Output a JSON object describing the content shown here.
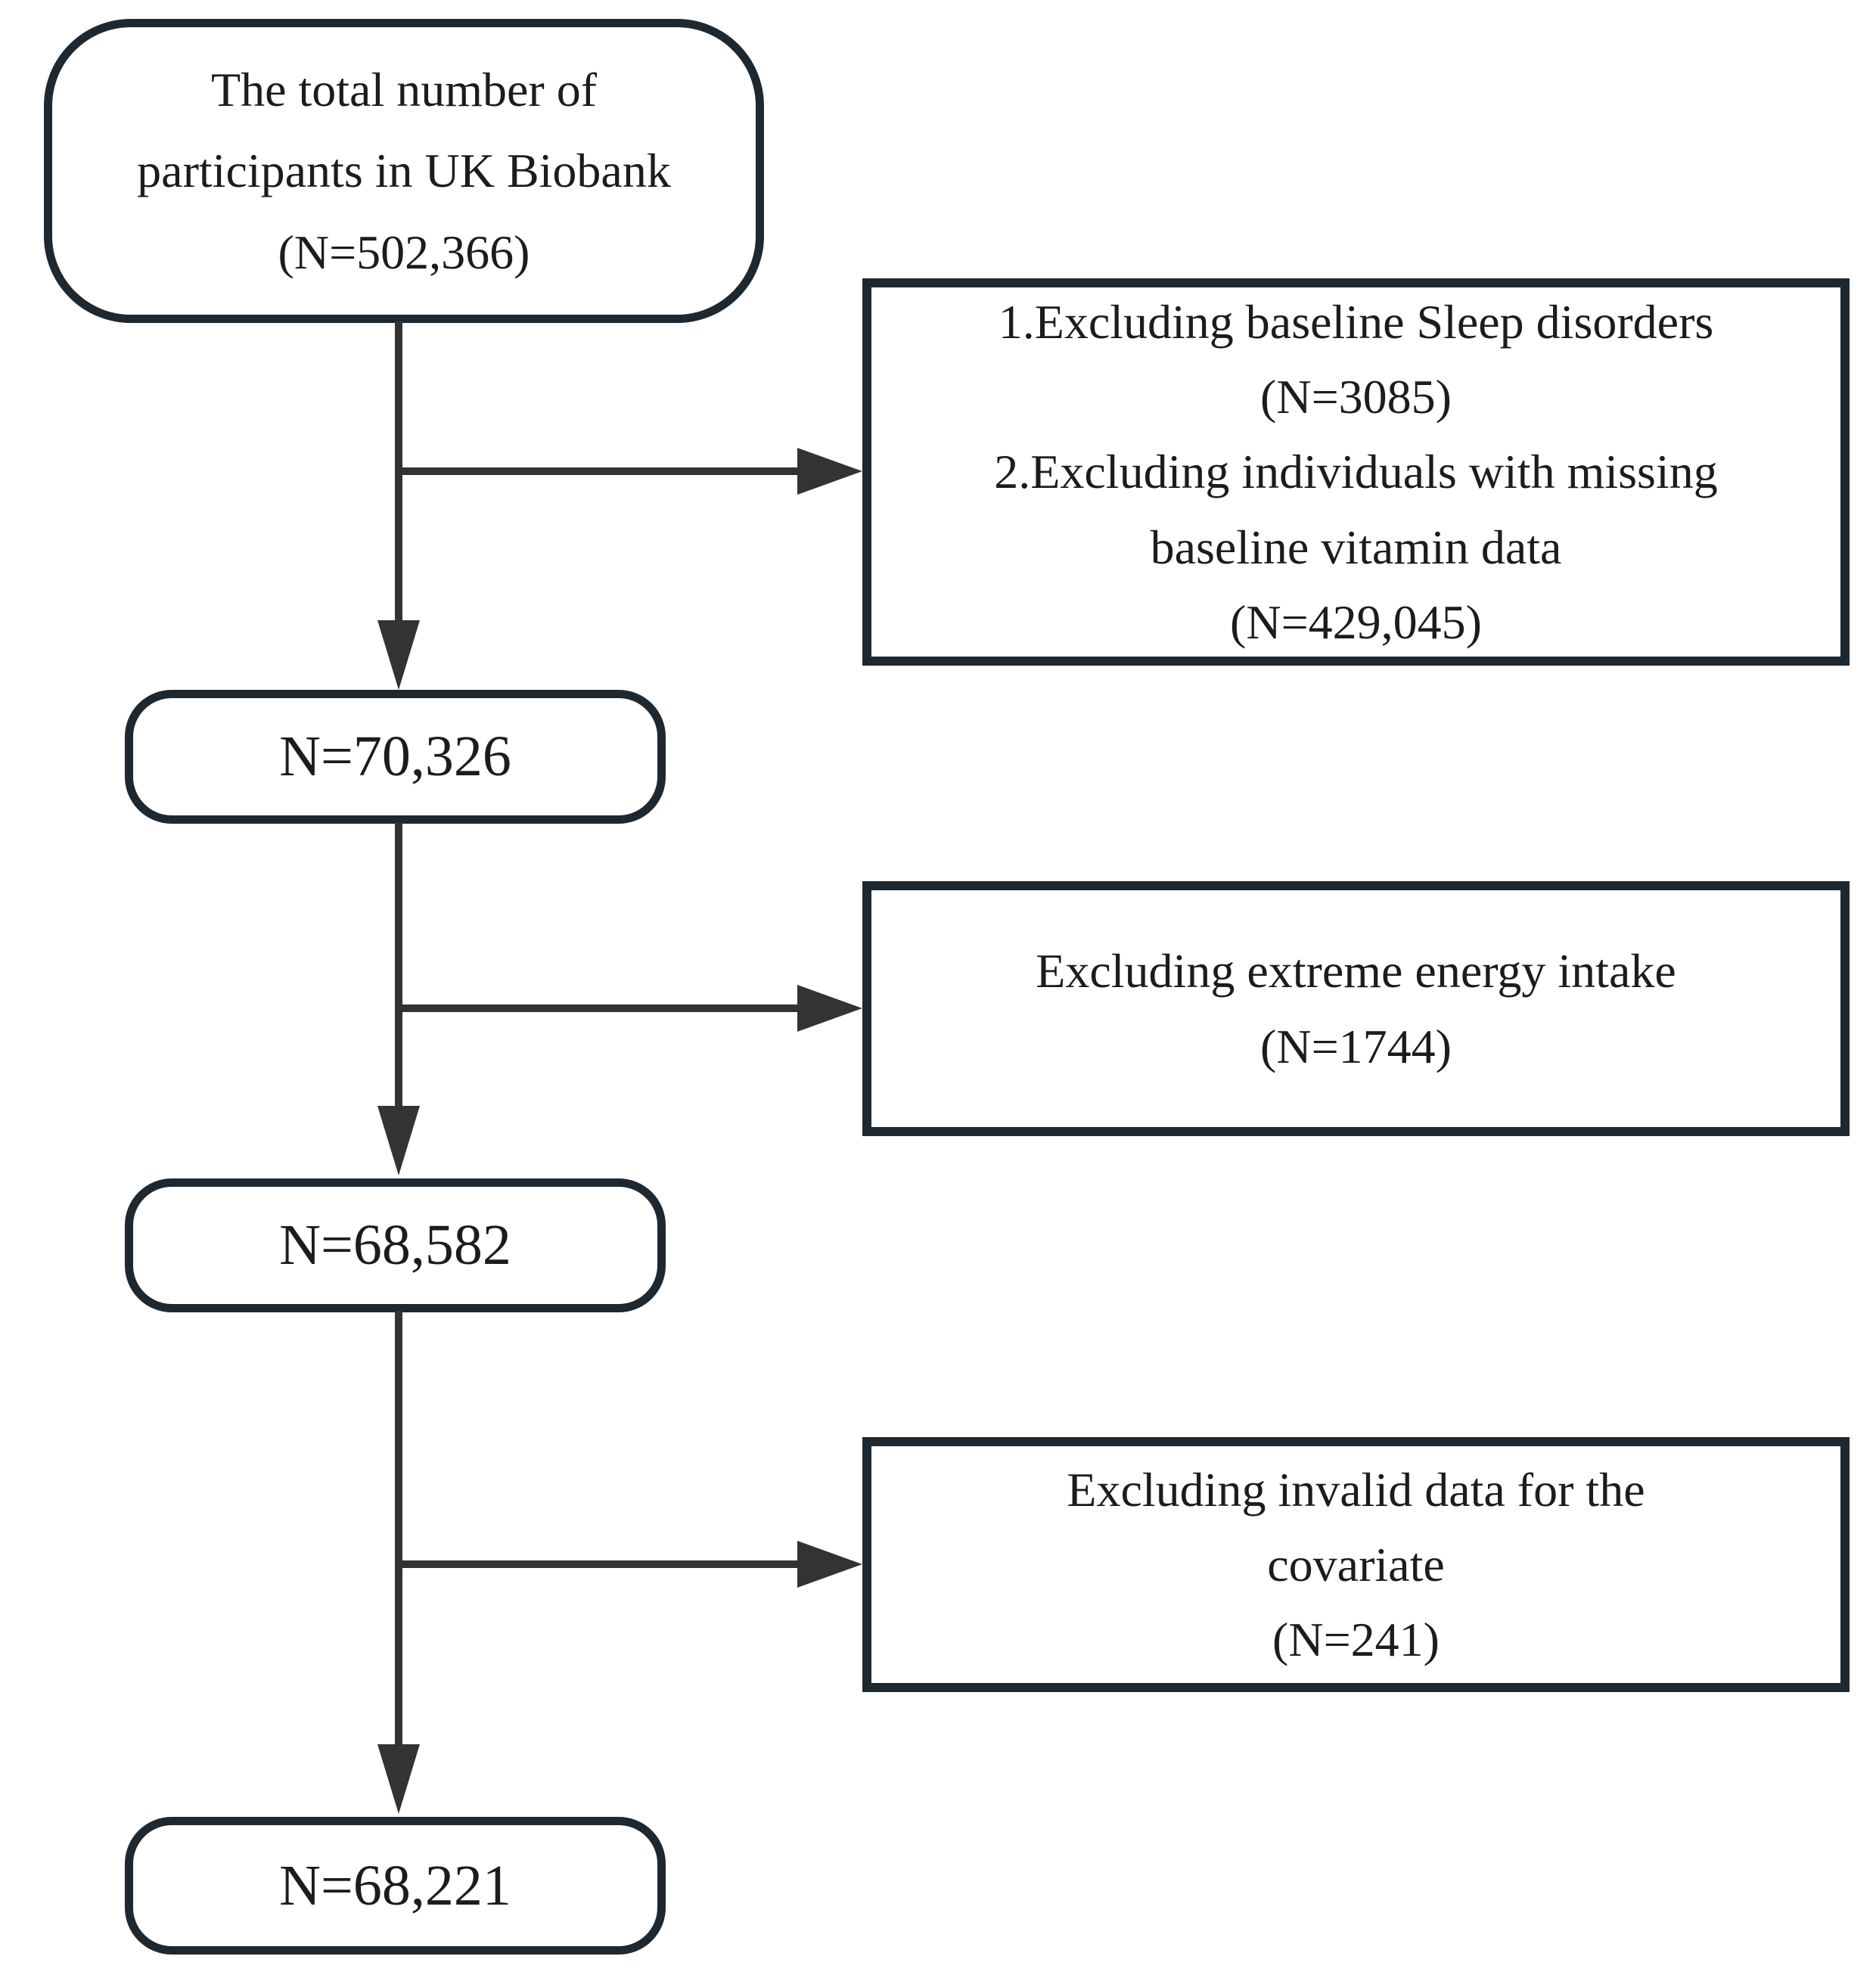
{
  "flowchart": {
    "start": {
      "lines": [
        "The total number of",
        "participants in UK Biobank",
        "(N=502,366)"
      ]
    },
    "exclusion1": {
      "lines": [
        "1.Excluding baseline Sleep disorders",
        "(N=3085)",
        "2.Excluding individuals with missing",
        "baseline vitamin data",
        "(N=429,045)"
      ]
    },
    "node2": {
      "label": "N=70,326"
    },
    "exclusion2": {
      "lines": [
        "Excluding extreme energy intake",
        "(N=1744)"
      ]
    },
    "node3": {
      "label": "N=68,582"
    },
    "exclusion3": {
      "lines": [
        "Excluding invalid data for the",
        "covariate",
        "(N=241)"
      ]
    },
    "node4": {
      "label": "N=68,221"
    }
  },
  "colors": {
    "box_border": "#1d2831",
    "arrow": "#333333",
    "text": "#1c1c1c",
    "background": "#ffffff"
  }
}
